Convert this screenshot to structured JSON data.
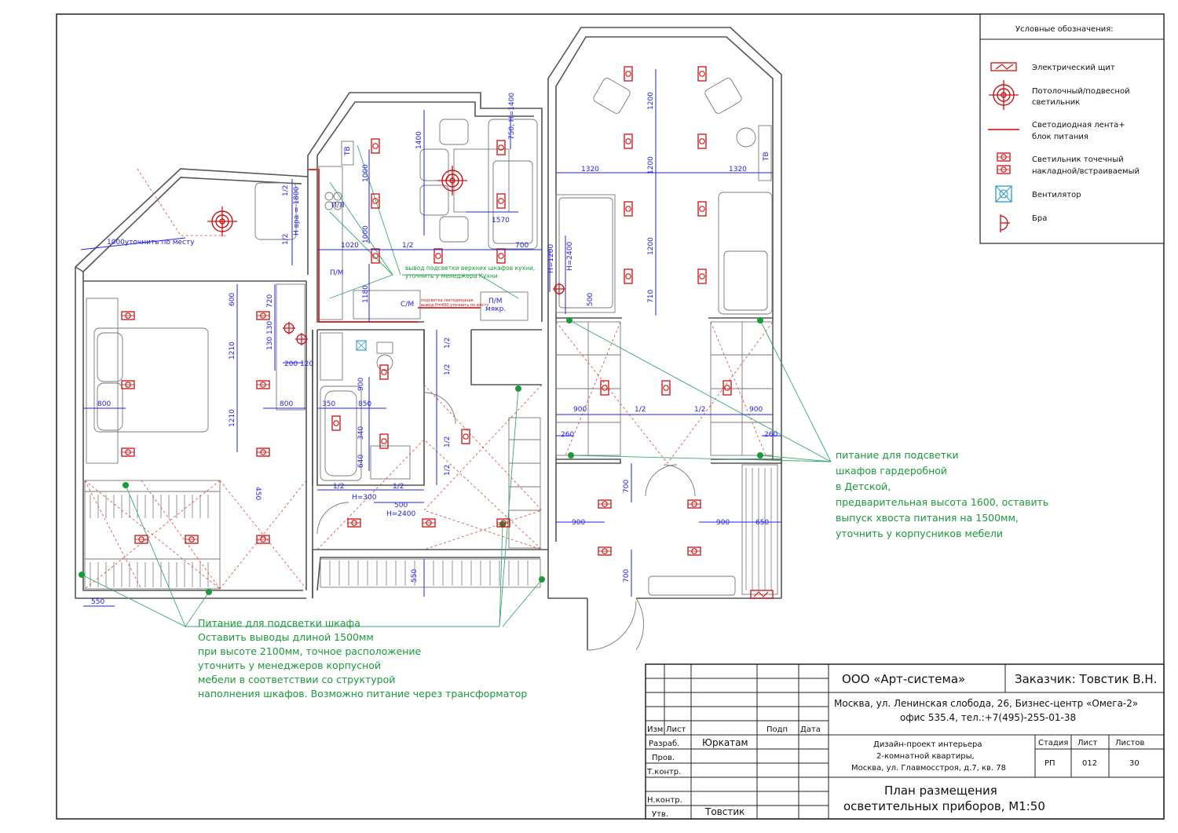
{
  "legend": {
    "title": "Условные обозначения:",
    "items": [
      {
        "icon": "electrical-panel-icon",
        "label_lines": [
          "Электрический щит"
        ]
      },
      {
        "icon": "ceiling-lamp-icon",
        "label_lines": [
          "Потолочный/подвесной",
          "светильник"
        ]
      },
      {
        "icon": "led-strip-icon",
        "label_lines": [
          "Светодиодная лента+",
          "блок питания"
        ]
      },
      {
        "icon": "spot-light-icon",
        "label_lines": [
          "Светильник точечный",
          "накладной/встраиваемый"
        ]
      },
      {
        "icon": "fan-icon",
        "label_lines": [
          "Вентилятор"
        ]
      },
      {
        "icon": "wall-lamp-icon",
        "label_lines": [
          "Бра"
        ]
      }
    ]
  },
  "notes": {
    "wardrobe_left": [
      "Питание для подсветки шкафа",
      "Оставить выводы длиной 1500мм",
      "при высоте 2100мм, точное расположение",
      "уточнить у менеджеров корпусной",
      "мебели в соответствии со структурой",
      "наполнения шкафов. Возможно питание через трансформатор"
    ],
    "wardrobe_right": [
      "питание для подсветки",
      "шкафов гардеробной",
      "в Детской,",
      "предварительная высота 1600, оставить",
      "выпуск хвоста питания на 1500мм,",
      "уточнить у корпусников мебели"
    ],
    "kitchen": [
      "вывод подсветки верхних шкафов кухни,",
      "уточнить у менеджера Кухни"
    ],
    "kitchen_strip": [
      "подсветка светодиодная",
      "вывод Н=400 уточнить по месту"
    ],
    "balcony": "1000уточнить по месту"
  },
  "dimensions": {
    "balcony": [
      "1/2",
      "1/2",
      "H вра = 1800"
    ],
    "kitchen": [
      "1400",
      "1000",
      "1000",
      "1020",
      "1/2",
      "1570",
      "700",
      "750, H=1400",
      "H=1200",
      "1180"
    ],
    "bedroom": [
      "600",
      "720",
      "130",
      "130",
      "1210",
      "1210",
      "200",
      "120",
      "800",
      "800",
      "550",
      "450"
    ],
    "bath": [
      "350",
      "850",
      "900",
      "340",
      "640",
      "1/2",
      "1/2",
      "H=300",
      "500",
      "H=2400",
      "1/2",
      "1/2",
      "1/2",
      "1/2",
      "550"
    ],
    "living": [
      "1200",
      "1200",
      "1200",
      "710",
      "1320",
      "1320",
      "H=2400",
      "500",
      "900",
      "1/2",
      "1/2",
      "900",
      "260",
      "260"
    ],
    "hall": [
      "700",
      "900",
      "900",
      "650",
      "700"
    ],
    "labels": [
      "ТВ",
      "ТВ",
      "П/Л",
      "П/М",
      "С/М",
      "П/М",
      "мякр."
    ]
  },
  "title_block": {
    "company": "ООО «Арт-система»",
    "customer": "Заказчик: Товстик В.Н.",
    "address_line1": "Москва, ул. Ленинская слобода, 26, Бизнес-центр «Омега-2»",
    "address_line2": "офис 535.4, тел.:+7(495)-255-01-38",
    "headers": {
      "izm": "Изм",
      "list": "Лист",
      "podp": "Подп",
      "data": "Дата"
    },
    "roles": [
      {
        "role": "Разраб.",
        "name": "Юркатам"
      },
      {
        "role": "Пров.",
        "name": ""
      },
      {
        "role": "Т.контр.",
        "name": ""
      },
      {
        "role": "",
        "name": ""
      },
      {
        "role": "Н.контр.",
        "name": ""
      },
      {
        "role": "Утв.",
        "name": "Товстик"
      }
    ],
    "project_lines": [
      "Дизайн-проект интерьера",
      "2-комнатной квартиры,",
      "Москва, ул. Главмосстроя, д.7, кв. 78"
    ],
    "stage_header": "Стадия",
    "sheet_header": "Лист",
    "sheets_header": "Листов",
    "stage": "РП",
    "sheet": "012",
    "sheets": "30",
    "drawing_title": [
      "План размещения",
      "осветительных приборов, М1:50"
    ]
  },
  "colors": {
    "wall": "#555555",
    "dim": "#2222ee",
    "light": "#cc1111",
    "note": "#1a9a3a",
    "cable": "#3aa870",
    "strip": "#dd2222"
  }
}
